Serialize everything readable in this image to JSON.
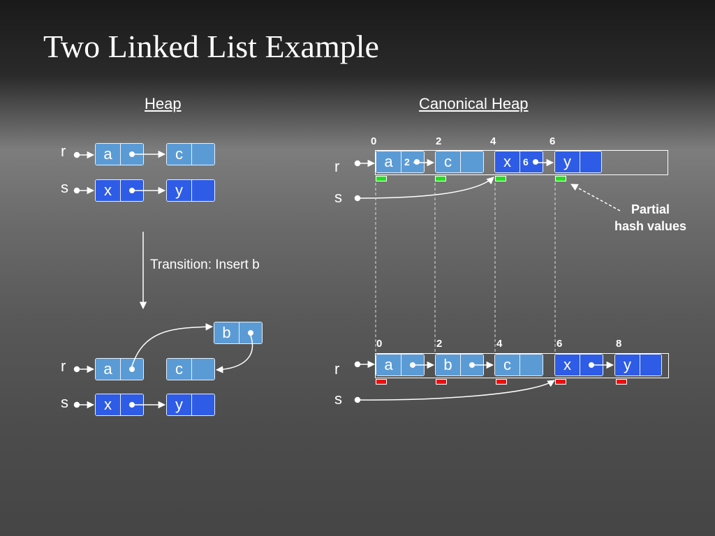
{
  "title": "Two Linked List Example",
  "heap": {
    "heading": "Heap",
    "transition": "Transition: Insert b",
    "before": {
      "r_label": "r",
      "s_label": "s",
      "nodes": [
        "a",
        "c",
        "x",
        "y"
      ]
    },
    "after": {
      "r_label": "r",
      "s_label": "s",
      "nodes": [
        "a",
        "c",
        "b",
        "x",
        "y"
      ]
    }
  },
  "canonical": {
    "heading": "Canonical Heap",
    "note_line1": "Partial",
    "note_line2": "hash values",
    "before": {
      "r_label": "r",
      "s_label": "s",
      "indices": [
        "0",
        "2",
        "4",
        "6"
      ],
      "nodes": [
        {
          "value": "a",
          "pointer": "2",
          "shade": "light"
        },
        {
          "value": "c",
          "pointer": "",
          "shade": "light"
        },
        {
          "value": "x",
          "pointer": "6",
          "shade": "dark"
        },
        {
          "value": "y",
          "pointer": "",
          "shade": "dark"
        }
      ],
      "hash_color": "#22e01e"
    },
    "after": {
      "r_label": "r",
      "s_label": "s",
      "indices": [
        "0",
        "2",
        "4",
        "6",
        "8"
      ],
      "nodes": [
        {
          "value": "a",
          "shade": "light"
        },
        {
          "value": "b",
          "shade": "light"
        },
        {
          "value": "c",
          "shade": "light"
        },
        {
          "value": "x",
          "shade": "dark"
        },
        {
          "value": "y",
          "shade": "dark"
        }
      ],
      "hash_color": "#e8100e"
    }
  },
  "colors": {
    "light_node": "#5b9bd5",
    "dark_node": "#2e5ce6",
    "line": "#ffffff"
  }
}
